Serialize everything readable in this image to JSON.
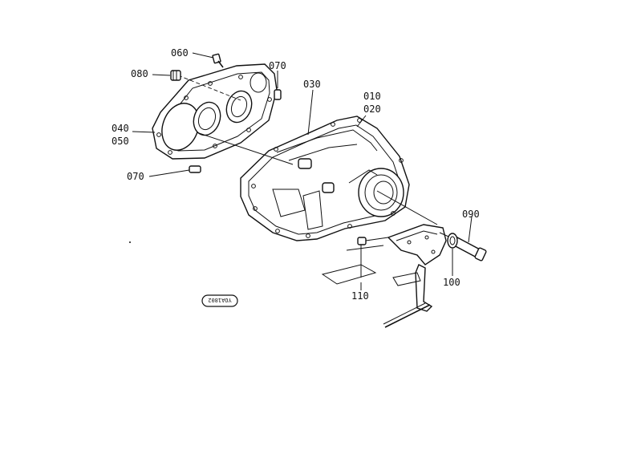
{
  "labels": {
    "p060": "060",
    "p080": "080",
    "p070a": "070",
    "p030": "030",
    "p010": "010",
    "p020": "020",
    "p040": "040",
    "p050": "050",
    "p070b": "070",
    "p090": "090",
    "p100": "100",
    "p110": "110"
  },
  "stamp": "YOA1802",
  "colors": {
    "ink": "#111111",
    "paper": "#ffffff"
  }
}
